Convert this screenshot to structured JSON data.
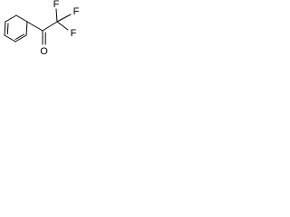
{
  "molecule": {
    "atoms": {
      "oxygen": "O",
      "fluorine_1": "F",
      "fluorine_2": "F",
      "fluorine_3": "F"
    },
    "colors": {
      "bond": "#000000",
      "label": "#000000",
      "background": "#ffffff"
    }
  }
}
